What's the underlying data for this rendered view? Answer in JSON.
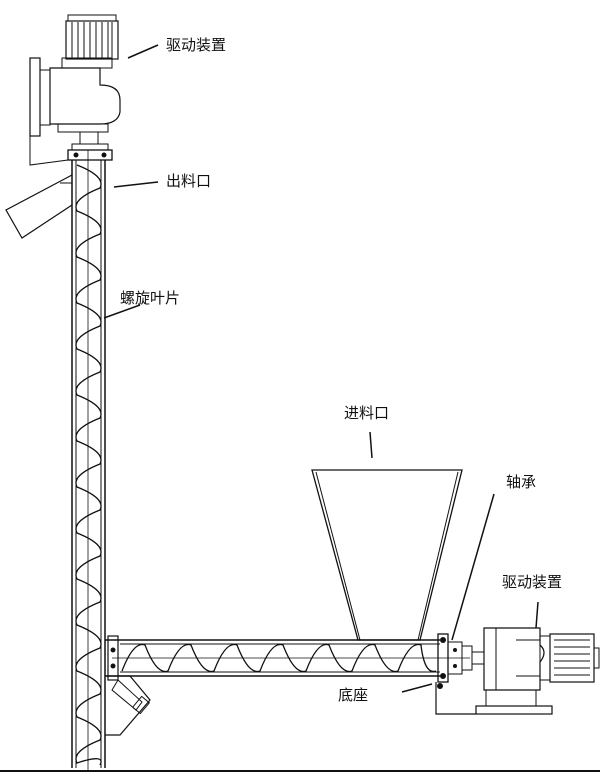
{
  "labels": {
    "top_drive": "驱动装置",
    "outlet": "出料口",
    "blade": "螺旋叶片",
    "inlet": "进料口",
    "bearing": "轴承",
    "side_drive": "驱动装置",
    "base": "底座"
  }
}
